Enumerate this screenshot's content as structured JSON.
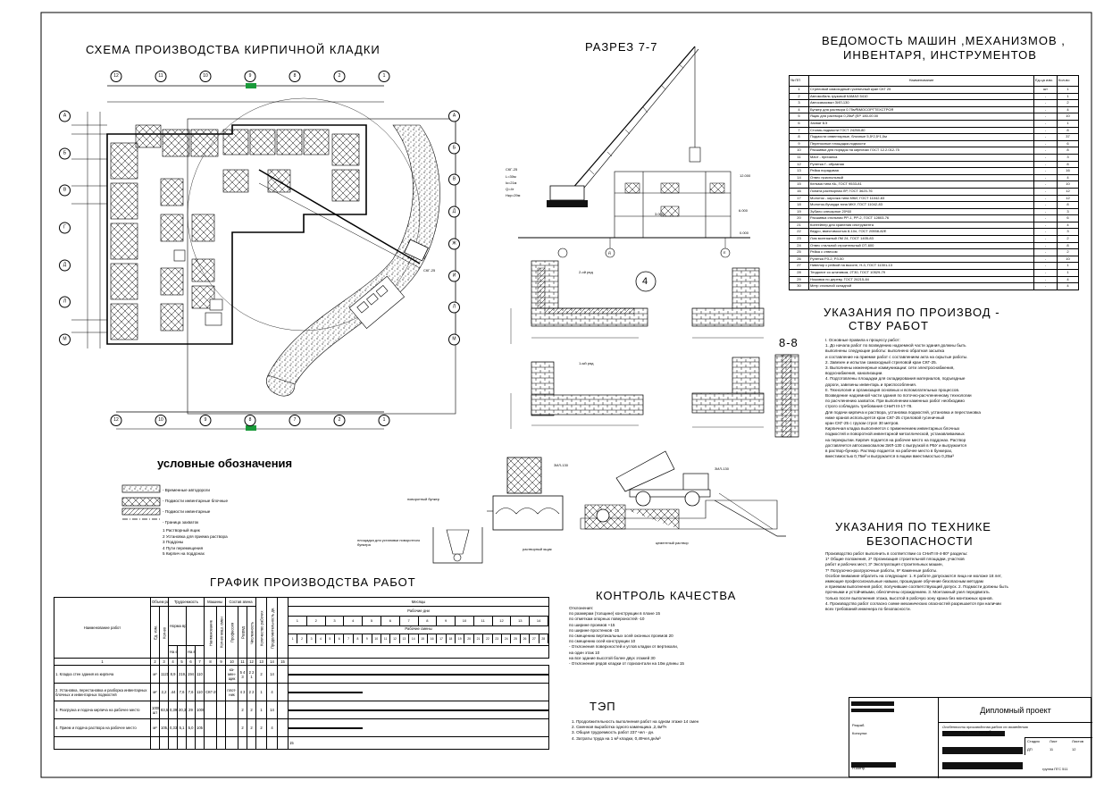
{
  "titles": {
    "scheme": "СХЕМА ПРОИЗВОДСТВА КИРПИЧНОЙ КЛАДКИ",
    "section": "РАЗРЕЗ 7-7",
    "vedomost_line1": "ВЕДОМОСТЬ МАШИН ,МЕХАНИЗМОВ ,",
    "vedomost_line2": "ИНВЕНТАРЯ, ИНСТРУМЕНТОВ",
    "ukazania_line1": "УКАЗАНИЯ ПО ПРОИЗВОД -",
    "ukazania_line2": "СТВУ  РАБОТ",
    "safety_line1": "УКАЗАНИЯ ПО ТЕХНИКЕ",
    "safety_line2": "БЕЗОПАСНОСТИ",
    "legend": "условные обозначения",
    "schedule": "ГРАФИК ПРОИЗВОДСТВА РАБОТ",
    "quality": "КОНТРОЛЬ КАЧЕСТВА",
    "tep": "ТЭП",
    "section_88": "8-8",
    "circle_num": "4"
  },
  "plan": {
    "top_axes": [
      "12",
      "11",
      "10",
      "9",
      "8",
      "2",
      "1"
    ],
    "bottom_axes": [
      "12",
      "10",
      "9",
      "8",
      "7",
      "2",
      "1"
    ],
    "left_axes": [
      "А",
      "Б",
      "В",
      "Г",
      "Д",
      "Л",
      "М"
    ],
    "right_axes": [
      "А",
      "Б",
      "В",
      "Д",
      "Ж",
      "И",
      "Л",
      "М"
    ],
    "crane_label": "СКГ-25"
  },
  "section": {
    "crane_params": [
      "СКГ-25",
      "L=30м",
      "Iк=21м",
      "Q=4т",
      "Hкр=29м"
    ],
    "elev_top": "12.000",
    "elev_mid": "6.000",
    "elev_low": "3.000",
    "elev_zero": "0.000",
    "axes": [
      "Д",
      "Е"
    ]
  },
  "details": {
    "row2": "2-ой ряд",
    "row1": "1-ый ряд",
    "dump_truck": "ЗИЛ-130",
    "bunker": "поворотный бункер",
    "unload": "площадка для установки поворотного бункера",
    "slope": "растворный ящик",
    "hopper": "ЗИЛ-130",
    "axis_label": "цементный раствор"
  },
  "vedomost": {
    "headers": [
      "№ ПП",
      "Наименование",
      "Ед-ца изм.",
      "Кол-во"
    ],
    "rows": [
      [
        "1",
        "Стреловой самоходный гусеничный кран СКГ 25",
        "шт",
        "1"
      ],
      [
        "2",
        "Автомобиль грузовой КАМАЗ 5410",
        "-",
        "1"
      ],
      [
        "3",
        "Автосамосвал ЗИЛ-130",
        "-",
        "2"
      ],
      [
        "4",
        "Бункер для раствора 0,75м³ВМОСОРГТЕХСТРОЯ",
        "-",
        "4"
      ],
      [
        "5",
        "Ящик для раствора 0,25м³ (ЕР 180-00.00",
        "-",
        "10"
      ],
      [
        "6",
        "Захват БЭ",
        "-",
        "1"
      ],
      [
        "7",
        "Столик-подмости ГОСТ 24258-80",
        "-",
        "8"
      ],
      [
        "8",
        "Подмости инвентарные, блочные 5,5*2,5*1,0м",
        "-",
        "37"
      ],
      [
        "9",
        "Переносные площадки-подмости",
        "-",
        "6"
      ],
      [
        "10",
        "Расшивки для порядок на кирпичах ГОСТ 12.2.012-75",
        "-",
        "8"
      ],
      [
        "11",
        "Мачт - причалка",
        "-",
        "3"
      ],
      [
        "12",
        "Рулетка Г- образная",
        "-",
        "8"
      ],
      [
        "13",
        "Рейка порядовая",
        "-",
        "16"
      ],
      [
        "14",
        "Отвес приспольный",
        "-",
        "4"
      ],
      [
        "15",
        "Кельма типа КЬ, ГОСТ 9533-81",
        "-",
        "10"
      ],
      [
        "16",
        "Лопата растворная ЛР, ГОСТ 3620-76",
        "-",
        "12"
      ],
      [
        "17",
        "Молоток - кирочка типа МКИ, ГОСТ 11042-83",
        "-",
        "12"
      ],
      [
        "18",
        "Молоток-бучарда типа МКУ, ГОСТ 11042-83",
        "-",
        "8"
      ],
      [
        "19",
        "Зубило слесарное 20*60",
        "-",
        "3"
      ],
      [
        "20",
        "Расшивка стальная РР-1, РР-2, ГОСТ 12803-76",
        "-",
        "6"
      ],
      [
        "21",
        "Контейнер для хранения инструмента",
        "-",
        "4"
      ],
      [
        "22",
        "Ведро, вместимостью 8-10л, ГОСТ 20558-82Е",
        "-",
        "3"
      ],
      [
        "23",
        "Лом монтажный ЛМ 24, ГОСТ 1405-83",
        "-",
        "2"
      ],
      [
        "24",
        "Отвес стальной строительный ОТ-600",
        "-",
        "8"
      ],
      [
        "25",
        "Рейка с отвесом",
        "-",
        "2"
      ],
      [
        "26",
        "Рулетка РЗ-2, РЗ-50",
        "-",
        "10"
      ],
      [
        "27",
        "Нивелир с рейкой на высоте, Н-3, ГОСТ 11301-13",
        "-",
        "1"
      ],
      [
        "28",
        "Теодолит со штативом, 2Т30, ГОСТ 10529-79",
        "-",
        "1"
      ],
      [
        "29",
        "Ножовка по дереву, ГОСТ 26215-84",
        "-",
        "4"
      ],
      [
        "30",
        "Метр стальной складной",
        "-",
        "4"
      ]
    ]
  },
  "ukazania": [
    "I. Основные правила к процессу работ:",
    "1. До начала работ по возведению надземной части здания должны быть",
    "   выполнены следующие работы: выполнено обратная засыпка",
    "   и составление на приемке работ с составлением акта на скрытые работы.",
    "2. Завезен и испытан самоходный стреловой кран СКГ-25.",
    "3. Выполнены инженерные коммуникации: сети электроснабжения,",
    "   водоснабжения, канализации.",
    "4. Подготовлены площадки для складирования материалов, подъездные",
    "   дороги, завезены инвентарь и приспособления.",
    "II. Технология и организация основных и вспомогательных процессов.",
    "   Возведение надземной части здания по поточно-расчлененному технологии",
    "   по расчленению захваток. При выполнении каменных работ необходимо",
    "   строго соблюдать требования СНиП III-17-78.",
    "   Для подачи кирпича и раствора, установка подмостей, установка и перестановка",
    "   ниже кранов используется кран СКГ-25 стреловой гусеничный",
    "   кран СКГ-25 с грузом строп 30 метров.",
    "   Кирпичная кладка выполняется с применением инвентарных блочных",
    "   подмостей и поворотной инвентарной металлической, устанавливаемых",
    "   на перекрытии. Кирпич подается на рабочее место на поддонах. Раствор",
    "   доставляется автосамосвалом ЗИЛ-130 с выгрузкой в РБУ и выгружается",
    "   в раствор-бункер. Раствор подается на рабочее место в бункерах,",
    "   вместимостью 0,75м³ и выгружается в ящики вместимостью 0,25м³"
  ],
  "safety": [
    "Производство работ выполнить в соответствии со СНиП III-4-80* разделы:",
    "1* Общие положения, 2* Организация строительной площадки, участков",
    "работ и рабочих мест, 3* Эксплуатация строительных машин,",
    "7* Погрузочно-разгрузочные работы, 9* Каменные работы.",
    "Особое внимание обратить на следующее: 1. К работе допускаются лица не моложе 18 лет,",
    "имеющие профессиональные навыки, прошедшие обучение безопасным методам",
    "и приемам выполнения работ, получившие соответствующий допуск. 2. Подмости должны быть",
    "прочными и устойчивыми, обеспечены ограждением. 3. Монтажный узел передвигать",
    "только после выполнения этажа, высотой в рабочую зону крана без монтажных кранов.",
    "4. Производство работ согласно схеме механических опасностей разрешается при наличии",
    "всех требований инженера по безопасности."
  ],
  "legend": [
    {
      "label": "- Временные автодороги"
    },
    {
      "label": "- Подмости инвентарные блочные"
    },
    {
      "label": "- Подмости инвентарные"
    },
    {
      "label": "- Граница захваток"
    },
    {
      "label": "1 Растворный ящик"
    },
    {
      "label": "2 Установка для приема раствора"
    },
    {
      "label": "3 Поддоны"
    },
    {
      "label": "4 Пути перемещения"
    },
    {
      "label": "5 Кирпич на поддонах"
    }
  ],
  "quality": [
    "Отклонения:",
    "по размерам (толщине) конструкции в плане              15",
    "по отметкам опорных поверхностей                       -10",
    "по ширине проемов                     +15",
    "по ширине простенков                 -15",
    "по смещению вертикальных осей оконных проемов         20",
    "по смещению осей конструкции                 10",
    "- Отклонения поверхностей и углов кладки от вертикали,",
    "  на один этаж                              10",
    "  на все здание высотой более двух этажей        30",
    "- Отклонения рядов кладки от горизонтали на 10м длины 15"
  ],
  "tep": [
    "1. Продолжительность выполнения работ на одном этаже 14 смен",
    "2. Сменная выработка одного каменщика ,2,4м³/ч",
    "3. Общая трудоемкость работ 237 чел - дн.",
    "4. Затраты труда на 1 м³ кладки, 0,49чел.дн/м³"
  ],
  "schedule": {
    "col_work": "Наименование работ",
    "col_obem": "Объем работ",
    "col_trud": "Трудоемкость",
    "col_mash": "Машины",
    "col_sost": "Состав звена",
    "col_months": "Месяцы",
    "col_days": "Рабочие дни",
    "col_shifts": "Рабочие смены",
    "sub_headers": [
      "Ед. изм.",
      "Кол-во",
      "Норма времени",
      "На ед. изм.",
      "На весь объем",
      "Наименование",
      "Кол-во маш. смен",
      "Профессия",
      "Разряд",
      "Численность",
      "Количество рабочих",
      "Продолжительность дн."
    ],
    "days": [
      "1",
      "2",
      "3",
      "4",
      "5",
      "6",
      "7",
      "8",
      "9",
      "10",
      "11",
      "12",
      "13",
      "14"
    ],
    "shifts": [
      "1",
      "2",
      "3",
      "4",
      "5",
      "6",
      "7",
      "8",
      "9",
      "10",
      "11",
      "12",
      "13",
      "14",
      "15",
      "16",
      "17",
      "18",
      "19",
      "20",
      "21",
      "22",
      "23",
      "24",
      "25",
      "26",
      "27",
      "28"
    ],
    "col_index": [
      "1",
      "2",
      "3",
      "4",
      "5",
      "6",
      "7",
      "8",
      "9",
      "10",
      "11",
      "12",
      "13",
      "14",
      "15"
    ],
    "rows": [
      {
        "name": "1. Кладка стен здания из кирпича",
        "unit": "м³",
        "qty": "1121,5",
        "n1": "8,9",
        "n2": "219,4",
        "n3": "194",
        "n4": "110",
        "mach": "",
        "prof": "ка-мен-щик",
        "rank": "5 4 3",
        "count": "2 2 1",
        "workers": "2",
        "days": "14"
      },
      {
        "name": "2. Установка, перестановка и разборка инвентарных блочных и инвентарных подмостей",
        "unit": "м²",
        "qty": "2,2",
        "n1": ".44",
        "n2": "7,6",
        "n3": "7,6",
        "n4": "110",
        "mach": "СКГ-25",
        "prof": "плот-ник",
        "rank": "4 3",
        "count": "2 2",
        "workers": "1",
        "days": "4"
      },
      {
        "name": "3. Разгрузка и подача кирпича на рабочее место",
        "unit": "1000 шт",
        "qty": "83,5",
        "n1": "0,39",
        "n2": "20,3",
        "n3": "29",
        "n4": "1000",
        "mach": "",
        "prof": "",
        "rank": "2",
        "count": "2",
        "workers": "1",
        "days": "14"
      },
      {
        "name": "4. Прием и подача раствора на рабочее место",
        "unit": "м³",
        "qty": "105,5",
        "n1": "0,33",
        "n2": "5,1",
        "n3": "5,0",
        "n4": "105",
        "mach": "",
        "prof": "",
        "rank": "2",
        "count": "2",
        "workers": "2",
        "days": "4"
      }
    ],
    "summary_num": "15"
  },
  "stamp": {
    "project": "Дипломный проект",
    "subtitle": "Особенности производства работ по возведению строительных конструкций",
    "row_labels": [
      "Разраб.",
      "Консульт.",
      "Н.контр."
    ],
    "stage": "Стадия",
    "sheet": "Лист",
    "sheets": "Листов",
    "stage_val": "ДП",
    "sheet_val": "11",
    "sheets_val": "12",
    "group": "группа ПГС 511"
  }
}
